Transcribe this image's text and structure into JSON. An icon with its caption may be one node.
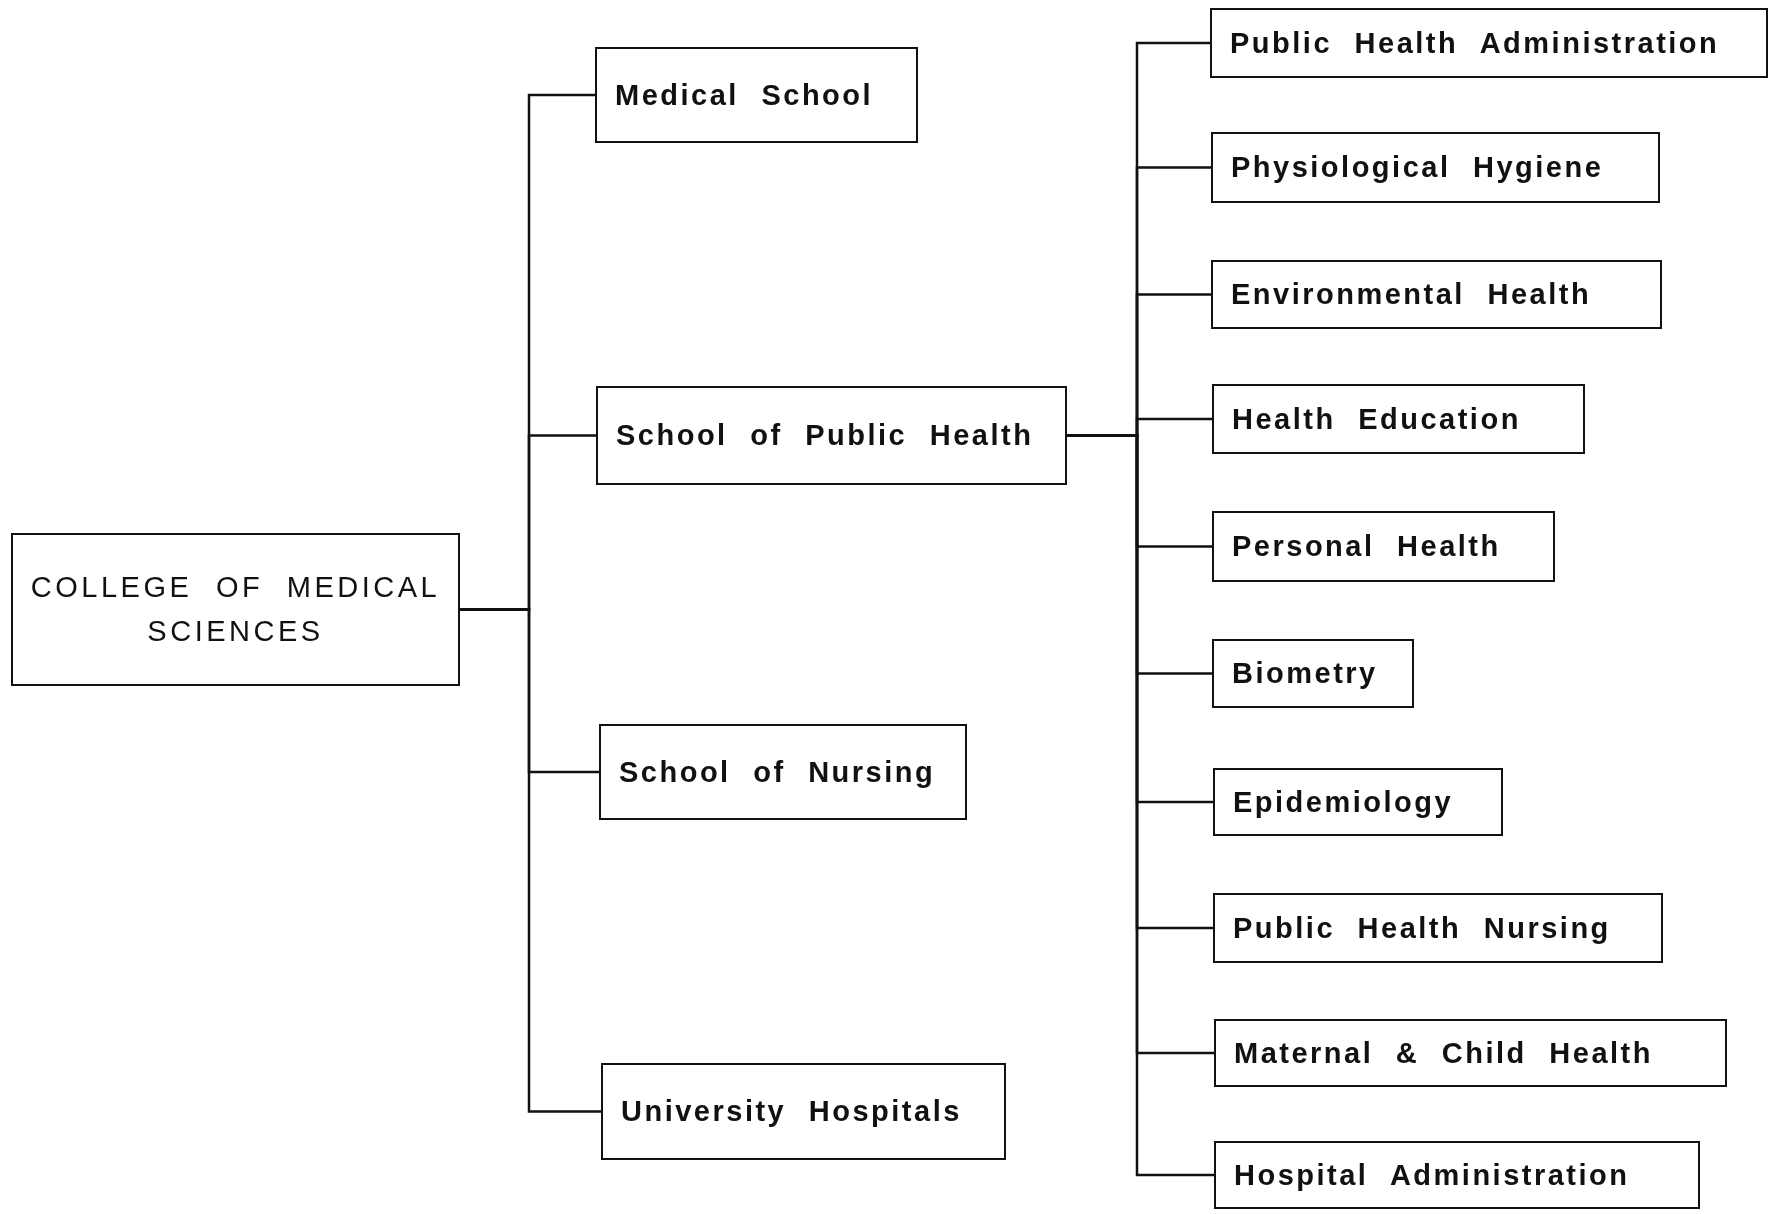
{
  "diagram": {
    "nodes": [
      {
        "text": [
          "COLLEGE OF MEDICAL SCIENCES"
        ]
      },
      {
        "text": [
          "Medical School"
        ]
      },
      {
        "text": [
          "School of Public Health"
        ]
      },
      {
        "text": [
          "School of Nursing"
        ]
      },
      {
        "text": [
          "University Hospitals"
        ]
      },
      {
        "text": [
          "Public Health Administration"
        ]
      },
      {
        "text": [
          "Physiological Hygiene"
        ]
      },
      {
        "text": [
          "Environmental Health"
        ]
      },
      {
        "text": [
          "Health Education"
        ]
      },
      {
        "text": [
          "Personal Health"
        ]
      },
      {
        "text": [
          "Biometry"
        ]
      },
      {
        "text": [
          "Epidemiology"
        ]
      },
      {
        "text": [
          "Public Health Nursing"
        ]
      },
      {
        "text": [
          "Maternal & Child Health"
        ]
      },
      {
        "text": [
          "Hospital Administration"
        ]
      }
    ],
    "edges": [
      {
        "from": 0,
        "to": 1,
        "arrow": "none"
      },
      {
        "from": 0,
        "to": 2,
        "arrow": "none"
      },
      {
        "from": 0,
        "to": 3,
        "arrow": "none"
      },
      {
        "from": 0,
        "to": 4,
        "arrow": "none"
      },
      {
        "from": 2,
        "to": 5,
        "arrow": "none"
      },
      {
        "from": 2,
        "to": 6,
        "arrow": "none"
      },
      {
        "from": 2,
        "to": 7,
        "arrow": "none"
      },
      {
        "from": 2,
        "to": 8,
        "arrow": "none"
      },
      {
        "from": 2,
        "to": 9,
        "arrow": "none"
      },
      {
        "from": 2,
        "to": 10,
        "arrow": "none"
      },
      {
        "from": 2,
        "to": 11,
        "arrow": "none"
      },
      {
        "from": 2,
        "to": 12,
        "arrow": "none"
      },
      {
        "from": 2,
        "to": 13,
        "arrow": "none"
      },
      {
        "from": 2,
        "to": 14,
        "arrow": "none"
      }
    ]
  }
}
